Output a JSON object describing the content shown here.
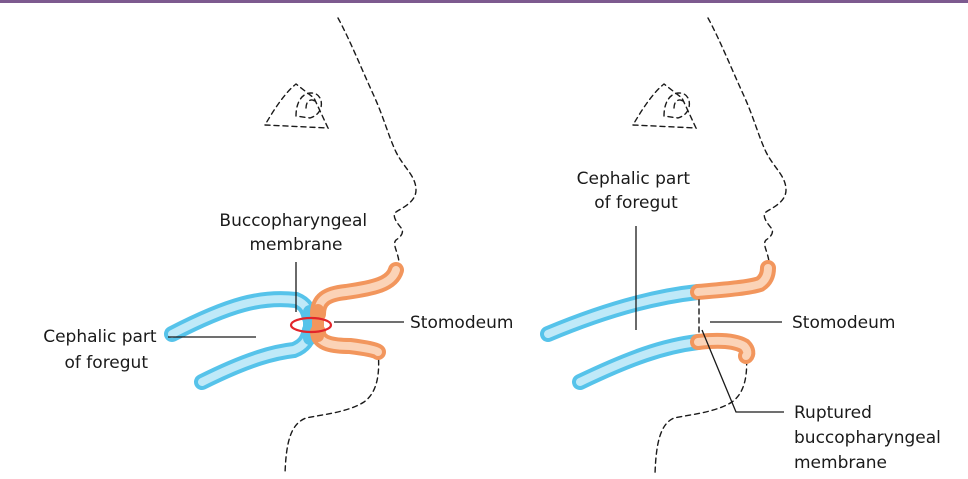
{
  "colors": {
    "header_bar": "#7d5a8f",
    "foregut": "#56c3ea",
    "foregut_light": "#bfe9f8",
    "stomodeum": "#f2965d",
    "stomodeum_light": "#fbd3b7",
    "membrane_ring": "#e2242a",
    "outline": "#1a1a1a"
  },
  "left_panel": {
    "membrane_label": [
      "Buccopharyngeal",
      "membrane"
    ],
    "foregut_label": [
      "Cephalic part",
      "of foregut"
    ],
    "stomodeum_label": "Stomodeum"
  },
  "right_panel": {
    "foregut_label": [
      "Cephalic part",
      "of foregut"
    ],
    "stomodeum_label": "Stomodeum",
    "ruptured_label": [
      "Ruptured",
      "buccopharyngeal",
      "membrane"
    ]
  }
}
